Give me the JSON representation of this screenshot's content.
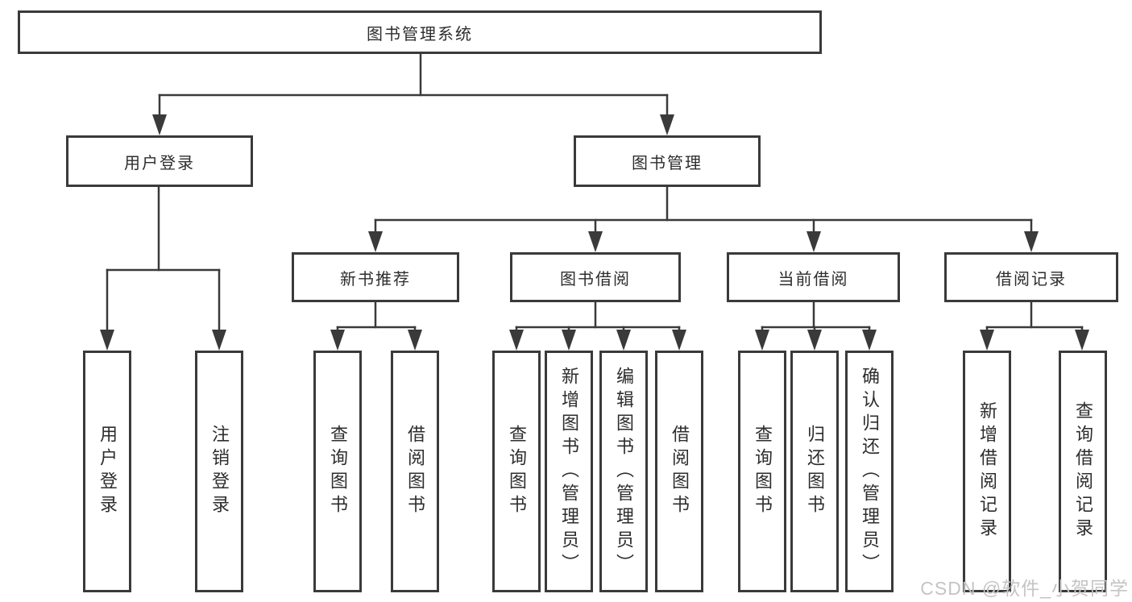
{
  "root": {
    "label": "图书管理系统"
  },
  "level2": {
    "user_login": "用户登录",
    "book_management": "图书管理"
  },
  "level3": {
    "new_book_recommend": "新书推荐",
    "book_borrow": "图书借阅",
    "current_borrow": "当前借阅",
    "borrow_records": "借阅记录"
  },
  "leaves": {
    "user_login": [
      "用户登录",
      "注销登录"
    ],
    "new_book_recommend": [
      "查询图书",
      "借阅图书"
    ],
    "book_borrow": [
      "查询图书",
      "新增图书（管理员）",
      "编辑图书（管理员）",
      "借阅图书"
    ],
    "current_borrow": [
      "查询图书",
      "归还图书",
      "确认归还（管理员）"
    ],
    "borrow_records": [
      "新增借阅记录",
      "查询借阅记录"
    ]
  },
  "watermark": "CSDN @软件_小贺同学",
  "colors": {
    "line": "#3a3a3a",
    "border": "#3a3a3a",
    "text": "#2d2d2d",
    "watermark": "#c4c4c4",
    "background": "#ffffff"
  }
}
